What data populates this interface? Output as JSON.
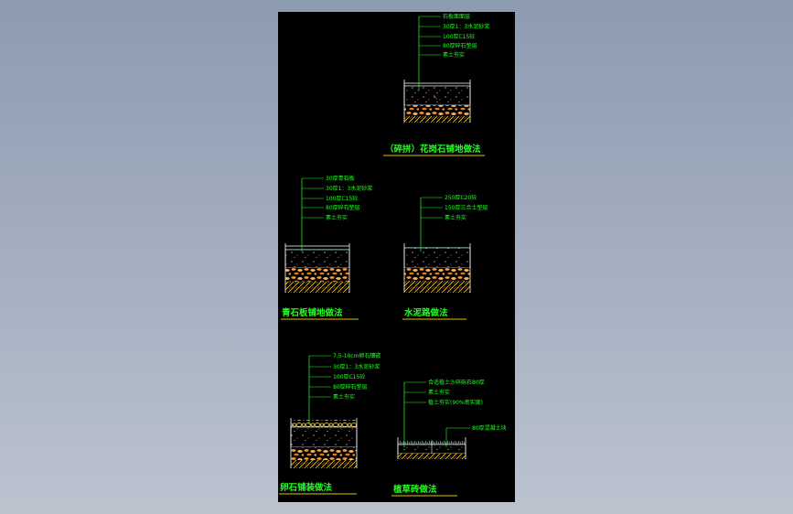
{
  "colors": {
    "background_gradient_top": "#8d9bb1",
    "background_gradient_bottom": "#bcc3cf",
    "canvas": "#000000",
    "annotation": "#22ff22",
    "underline": "#e0c400",
    "outline": "#ffffff",
    "stone_fill": "#ff9a2e",
    "cyan": "#40e8ff"
  },
  "details": [
    {
      "id": "granite",
      "title": "（碎拼）花岗石铺地做法",
      "labels": [
        "石板面面层",
        "30厚1：3水泥砂浆",
        "100厚C15砼",
        "80厚碎石垫层",
        "素土夯实"
      ]
    },
    {
      "id": "bluestone",
      "title": "青石板铺地做法",
      "labels": [
        "30厚青石板",
        "30厚1：3水泥砂浆",
        "100厚C15砼",
        "80厚碎石垫层",
        "素土夯实"
      ]
    },
    {
      "id": "cement",
      "title": "水泥路做法",
      "labels": [
        "250厚C20砼",
        "150厚三合土垫层",
        "素土夯实"
      ]
    },
    {
      "id": "pebble",
      "title": "卵石铺装做法",
      "labels": [
        "7.5-10cm卵石镶嵌",
        "30厚1：3水泥砂浆",
        "100厚C15砼",
        "80厚碎石垫层",
        "素土夯实"
      ]
    },
    {
      "id": "grass",
      "title": "植草砖做法",
      "labels": [
        "合适植土沙碎砾石80厚",
        "素土夯实",
        "植土夯实(90%密实度)"
      ],
      "side_label": "80厚混凝土块"
    }
  ]
}
